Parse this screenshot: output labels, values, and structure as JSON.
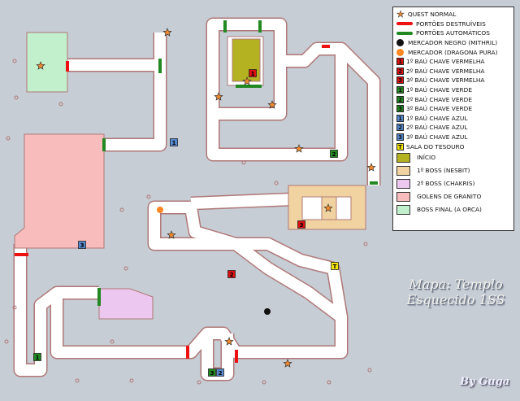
{
  "colors": {
    "background": "#c6cdd4",
    "corridor": "#ffffff",
    "wall": "#b07878",
    "red_gate": "#ee1111",
    "green_gate": "#228822",
    "start": "#b5b222",
    "boss1": "#f0d3a0",
    "boss2": "#ecc8f0",
    "golems": "#f8bcbc",
    "final": "#c2f0cc",
    "red_key": "#dd1111",
    "green_key": "#228822",
    "blue_key": "#5588cc",
    "treasure": "#f2e600"
  },
  "legend": [
    {
      "kind": "star",
      "label": "QUEST NORMAL"
    },
    {
      "kind": "line",
      "color": "#ee1111",
      "label": "PORTÕES DESTRUÍVEIS"
    },
    {
      "kind": "line",
      "color": "#228822",
      "label": "PORTÕES AUTOMÁTICOS"
    },
    {
      "kind": "dot",
      "color": "#111111",
      "label": "MERCADOR NEGRO (MITHRIL)"
    },
    {
      "kind": "dot",
      "color": "#ff8822",
      "label": "MERCADOR (DRAGONA PURA)"
    },
    {
      "kind": "badge",
      "color": "#dd1111",
      "num": "1",
      "label": "1º BAÚ CHAVE VERMELHA"
    },
    {
      "kind": "badge",
      "color": "#dd1111",
      "num": "2",
      "label": "2º BAÚ CHAVE VERMELHA"
    },
    {
      "kind": "badge",
      "color": "#dd1111",
      "num": "3",
      "label": "3º BAÚ CHAVE VERMELHA"
    },
    {
      "kind": "badge",
      "color": "#228822",
      "num": "1",
      "label": "1º BAÚ CHAVE VERDE"
    },
    {
      "kind": "badge",
      "color": "#228822",
      "num": "2",
      "label": "2º BAÚ CHAVE VERDE"
    },
    {
      "kind": "badge",
      "color": "#228822",
      "num": "3",
      "label": "3º BAÚ CHAVE VERDE"
    },
    {
      "kind": "badge",
      "color": "#5588cc",
      "num": "1",
      "label": "1º BAÚ CHAVE AZUL"
    },
    {
      "kind": "badge",
      "color": "#5588cc",
      "num": "2",
      "label": "2º BAÚ CHAVE AZUL"
    },
    {
      "kind": "badge",
      "color": "#5588cc",
      "num": "3",
      "label": "3º BAÚ CHAVE AZUL"
    },
    {
      "kind": "badge",
      "color": "#f2e600",
      "num": "T",
      "label": "SALA DO TESOURO"
    },
    {
      "kind": "box",
      "color": "#b5b222",
      "label": "INÍCIO"
    },
    {
      "kind": "box",
      "color": "#f0d3a0",
      "label": "1º BOSS (NESBIT)"
    },
    {
      "kind": "box",
      "color": "#ecc8f0",
      "label": "2º BOSS (CHAKRIS)"
    },
    {
      "kind": "box",
      "color": "#f8bcbc",
      "label": "GOLENS DE GRANITO"
    },
    {
      "kind": "box",
      "color": "#c2f0cc",
      "label": "BOSS FINAL (A ORCA)"
    }
  ],
  "map_chests": [
    {
      "color": "#dd1111",
      "num": "1"
    },
    {
      "color": "#dd1111",
      "num": "2"
    },
    {
      "color": "#dd1111",
      "num": "3"
    },
    {
      "color": "#228822",
      "num": "1"
    },
    {
      "color": "#228822",
      "num": "2"
    },
    {
      "color": "#228822",
      "num": "3"
    },
    {
      "color": "#5588cc",
      "num": "1"
    },
    {
      "color": "#5588cc",
      "num": "2"
    },
    {
      "color": "#5588cc",
      "num": "3"
    },
    {
      "color": "#f2e600",
      "num": "T"
    }
  ],
  "title": {
    "line1": "Mapa: Templo",
    "line2": "Esquecido 1SS"
  },
  "author": "By Guga"
}
